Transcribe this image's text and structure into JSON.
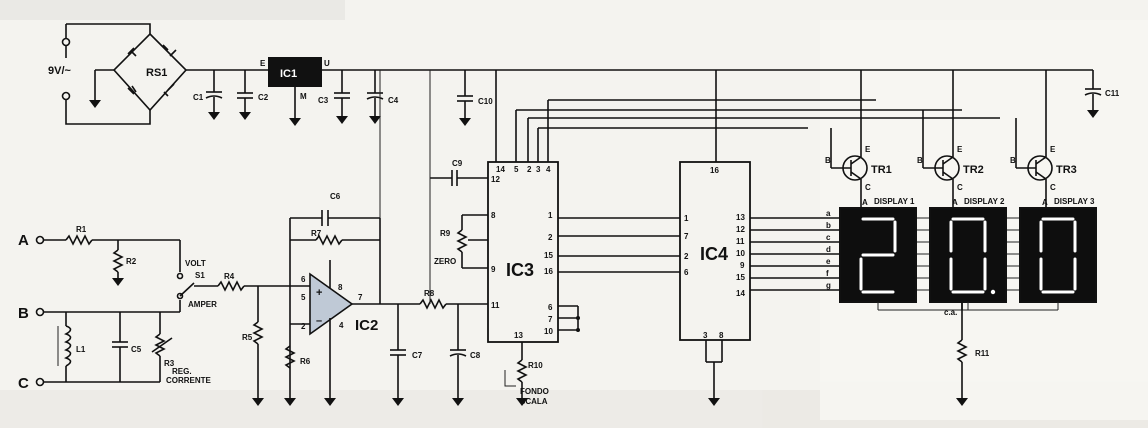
{
  "labels": {
    "supply": "9V/~",
    "rs1": "RS1",
    "ic1": "IC1",
    "ic1_e": "E",
    "ic1_u": "U",
    "ic1_m": "M",
    "c1": "C1",
    "c2": "C2",
    "c3": "C3",
    "c4": "C4",
    "c10": "C10",
    "c11": "C11",
    "c9": "C9",
    "c6": "C6",
    "c5": "C5",
    "c7": "C7",
    "c8": "C8",
    "ic2": "IC2",
    "ic3": "IC3",
    "ic4": "IC4",
    "tr1": "TR1",
    "tr2": "TR2",
    "tr3": "TR3",
    "display1": "DISPLAY 1",
    "display2": "DISPLAY 2",
    "display3": "DISPLAY 3",
    "input_a": "A",
    "input_b": "B",
    "input_c": "C",
    "r1": "R1",
    "r2": "R2",
    "r3": "R3",
    "r4": "R4",
    "r5": "R5",
    "r6": "R6",
    "r7": "R7",
    "r8": "R8",
    "r9": "R9",
    "r10": "R10",
    "r11": "R11",
    "l1": "L1",
    "s1": "S1",
    "volt": "VOLT",
    "ampere": "AMPER",
    "reg_corrente_1": "REG.",
    "reg_corrente_2": "CORRENTE",
    "zero": "ZERO",
    "fondo_scala_1": "FONDO",
    "fondo_scala_2": "SCALA",
    "ca": "c.a.",
    "anode": "A",
    "base": "B",
    "emitter": "E",
    "collector": "C"
  },
  "ic2_pins": [
    "6",
    "5",
    "2",
    "8",
    "7",
    "4"
  ],
  "ic3_pins": {
    "top": [
      "14",
      "5",
      "2",
      "3",
      "4"
    ],
    "left": [
      "12",
      "8",
      "9",
      "11"
    ],
    "right": [
      "1",
      "2",
      "15",
      "16",
      "6",
      "7",
      "10"
    ],
    "bottom": [
      "13"
    ]
  },
  "ic4_pins": {
    "top": [
      "16"
    ],
    "left": [
      "1",
      "7",
      "2",
      "6"
    ],
    "right": [
      "13",
      "12",
      "11",
      "10",
      "9",
      "15",
      "14"
    ],
    "bottom": [
      "3",
      "8"
    ]
  },
  "segment_labels": [
    "a",
    "b",
    "c",
    "d",
    "e",
    "f",
    "g"
  ],
  "display_digits": [
    "2",
    "0",
    "0"
  ],
  "display_dp_on": [
    false,
    true,
    false
  ]
}
